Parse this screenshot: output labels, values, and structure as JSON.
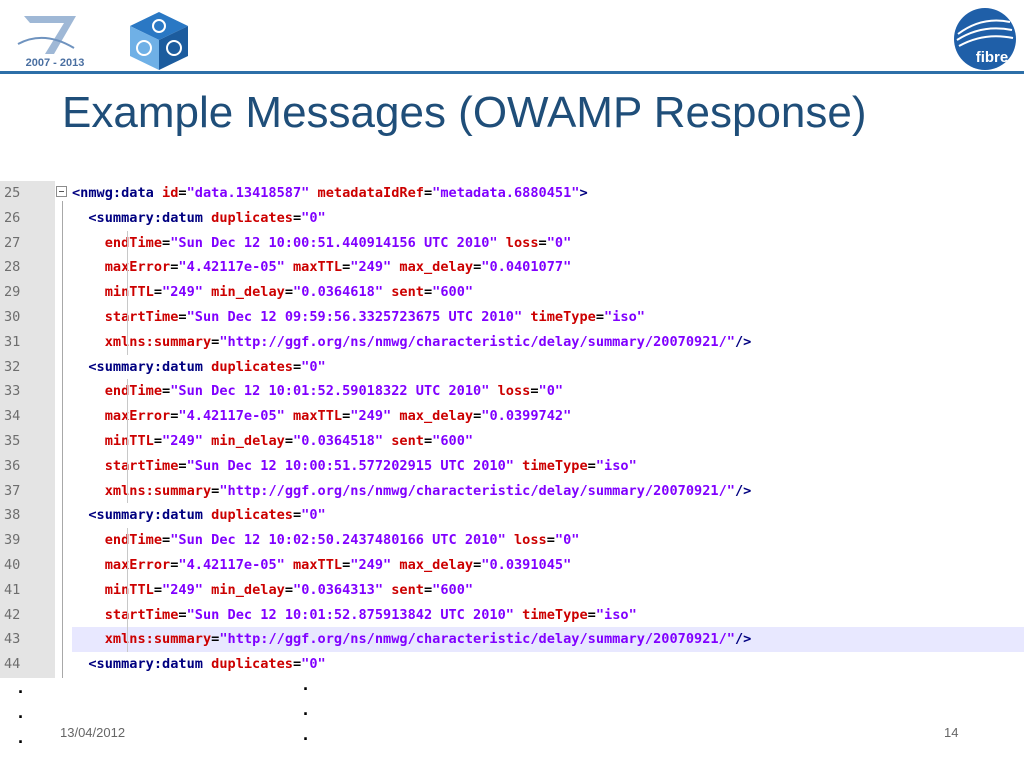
{
  "slide": {
    "title": "Example Messages (OWAMP Response)",
    "date": "13/04/2012",
    "page_number": "14",
    "ellipsis_dots": [
      "·",
      "·",
      "·"
    ]
  },
  "logos": {
    "fp7_text": "2007 - 2013",
    "fibre_text": "fibre"
  },
  "colors": {
    "title": "#1f4e79",
    "header_rule": "#2d6fa8",
    "xml_tag": "#000080",
    "xml_attribute": "#cc0000",
    "xml_value": "#8000ff",
    "line_highlight": "#e8e8ff"
  },
  "code": {
    "highlighted_line": "43",
    "lines": [
      {
        "num": "25",
        "tokens": [
          [
            "t",
            "<nmwg:data "
          ],
          [
            "a",
            "id"
          ],
          [
            "e",
            "="
          ],
          [
            "v",
            "\"data.13418587\" "
          ],
          [
            "a",
            "metadataIdRef"
          ],
          [
            "e",
            "="
          ],
          [
            "v",
            "\"metadata.6880451\""
          ],
          [
            "t",
            ">"
          ]
        ]
      },
      {
        "num": "26",
        "tokens": [
          [
            "e",
            "  "
          ],
          [
            "t",
            "<summary:datum "
          ],
          [
            "a",
            "duplicates"
          ],
          [
            "e",
            "="
          ],
          [
            "v",
            "\"0\""
          ]
        ]
      },
      {
        "num": "27",
        "tokens": [
          [
            "e",
            "    "
          ],
          [
            "a",
            "endTime"
          ],
          [
            "e",
            "="
          ],
          [
            "v",
            "\"Sun Dec 12 10:00:51.440914156 UTC 2010\" "
          ],
          [
            "a",
            "loss"
          ],
          [
            "e",
            "="
          ],
          [
            "v",
            "\"0\""
          ]
        ]
      },
      {
        "num": "28",
        "tokens": [
          [
            "e",
            "    "
          ],
          [
            "a",
            "maxError"
          ],
          [
            "e",
            "="
          ],
          [
            "v",
            "\"4.42117e-05\" "
          ],
          [
            "a",
            "maxTTL"
          ],
          [
            "e",
            "="
          ],
          [
            "v",
            "\"249\" "
          ],
          [
            "a",
            "max_delay"
          ],
          [
            "e",
            "="
          ],
          [
            "v",
            "\"0.0401077\""
          ]
        ]
      },
      {
        "num": "29",
        "tokens": [
          [
            "e",
            "    "
          ],
          [
            "a",
            "minTTL"
          ],
          [
            "e",
            "="
          ],
          [
            "v",
            "\"249\" "
          ],
          [
            "a",
            "min_delay"
          ],
          [
            "e",
            "="
          ],
          [
            "v",
            "\"0.0364618\" "
          ],
          [
            "a",
            "sent"
          ],
          [
            "e",
            "="
          ],
          [
            "v",
            "\"600\""
          ]
        ]
      },
      {
        "num": "30",
        "tokens": [
          [
            "e",
            "    "
          ],
          [
            "a",
            "startTime"
          ],
          [
            "e",
            "="
          ],
          [
            "v",
            "\"Sun Dec 12 09:59:56.3325723675 UTC 2010\" "
          ],
          [
            "a",
            "timeType"
          ],
          [
            "e",
            "="
          ],
          [
            "v",
            "\"iso\""
          ]
        ]
      },
      {
        "num": "31",
        "tokens": [
          [
            "e",
            "    "
          ],
          [
            "a",
            "xmlns:summary"
          ],
          [
            "e",
            "="
          ],
          [
            "v",
            "\"http://ggf.org/ns/nmwg/characteristic/delay/summary/20070921/\""
          ],
          [
            "t",
            "/>"
          ]
        ]
      },
      {
        "num": "32",
        "tokens": [
          [
            "e",
            "  "
          ],
          [
            "t",
            "<summary:datum "
          ],
          [
            "a",
            "duplicates"
          ],
          [
            "e",
            "="
          ],
          [
            "v",
            "\"0\""
          ]
        ]
      },
      {
        "num": "33",
        "tokens": [
          [
            "e",
            "    "
          ],
          [
            "a",
            "endTime"
          ],
          [
            "e",
            "="
          ],
          [
            "v",
            "\"Sun Dec 12 10:01:52.59018322 UTC 2010\" "
          ],
          [
            "a",
            "loss"
          ],
          [
            "e",
            "="
          ],
          [
            "v",
            "\"0\""
          ]
        ]
      },
      {
        "num": "34",
        "tokens": [
          [
            "e",
            "    "
          ],
          [
            "a",
            "maxError"
          ],
          [
            "e",
            "="
          ],
          [
            "v",
            "\"4.42117e-05\" "
          ],
          [
            "a",
            "maxTTL"
          ],
          [
            "e",
            "="
          ],
          [
            "v",
            "\"249\" "
          ],
          [
            "a",
            "max_delay"
          ],
          [
            "e",
            "="
          ],
          [
            "v",
            "\"0.0399742\""
          ]
        ]
      },
      {
        "num": "35",
        "tokens": [
          [
            "e",
            "    "
          ],
          [
            "a",
            "minTTL"
          ],
          [
            "e",
            "="
          ],
          [
            "v",
            "\"249\" "
          ],
          [
            "a",
            "min_delay"
          ],
          [
            "e",
            "="
          ],
          [
            "v",
            "\"0.0364518\" "
          ],
          [
            "a",
            "sent"
          ],
          [
            "e",
            "="
          ],
          [
            "v",
            "\"600\""
          ]
        ]
      },
      {
        "num": "36",
        "tokens": [
          [
            "e",
            "    "
          ],
          [
            "a",
            "startTime"
          ],
          [
            "e",
            "="
          ],
          [
            "v",
            "\"Sun Dec 12 10:00:51.577202915 UTC 2010\" "
          ],
          [
            "a",
            "timeType"
          ],
          [
            "e",
            "="
          ],
          [
            "v",
            "\"iso\""
          ]
        ]
      },
      {
        "num": "37",
        "tokens": [
          [
            "e",
            "    "
          ],
          [
            "a",
            "xmlns:summary"
          ],
          [
            "e",
            "="
          ],
          [
            "v",
            "\"http://ggf.org/ns/nmwg/characteristic/delay/summary/20070921/\""
          ],
          [
            "t",
            "/>"
          ]
        ]
      },
      {
        "num": "38",
        "tokens": [
          [
            "e",
            "  "
          ],
          [
            "t",
            "<summary:datum "
          ],
          [
            "a",
            "duplicates"
          ],
          [
            "e",
            "="
          ],
          [
            "v",
            "\"0\""
          ]
        ]
      },
      {
        "num": "39",
        "tokens": [
          [
            "e",
            "    "
          ],
          [
            "a",
            "endTime"
          ],
          [
            "e",
            "="
          ],
          [
            "v",
            "\"Sun Dec 12 10:02:50.2437480166 UTC 2010\" "
          ],
          [
            "a",
            "loss"
          ],
          [
            "e",
            "="
          ],
          [
            "v",
            "\"0\""
          ]
        ]
      },
      {
        "num": "40",
        "tokens": [
          [
            "e",
            "    "
          ],
          [
            "a",
            "maxError"
          ],
          [
            "e",
            "="
          ],
          [
            "v",
            "\"4.42117e-05\" "
          ],
          [
            "a",
            "maxTTL"
          ],
          [
            "e",
            "="
          ],
          [
            "v",
            "\"249\" "
          ],
          [
            "a",
            "max_delay"
          ],
          [
            "e",
            "="
          ],
          [
            "v",
            "\"0.0391045\""
          ]
        ]
      },
      {
        "num": "41",
        "tokens": [
          [
            "e",
            "    "
          ],
          [
            "a",
            "minTTL"
          ],
          [
            "e",
            "="
          ],
          [
            "v",
            "\"249\" "
          ],
          [
            "a",
            "min_delay"
          ],
          [
            "e",
            "="
          ],
          [
            "v",
            "\"0.0364313\" "
          ],
          [
            "a",
            "sent"
          ],
          [
            "e",
            "="
          ],
          [
            "v",
            "\"600\""
          ]
        ]
      },
      {
        "num": "42",
        "tokens": [
          [
            "e",
            "    "
          ],
          [
            "a",
            "startTime"
          ],
          [
            "e",
            "="
          ],
          [
            "v",
            "\"Sun Dec 12 10:01:52.875913842 UTC 2010\" "
          ],
          [
            "a",
            "timeType"
          ],
          [
            "e",
            "="
          ],
          [
            "v",
            "\"iso\""
          ]
        ]
      },
      {
        "num": "43",
        "tokens": [
          [
            "e",
            "    "
          ],
          [
            "a",
            "xmlns:summary"
          ],
          [
            "e",
            "="
          ],
          [
            "v",
            "\"http://ggf.org/ns/nmwg/characteristic/delay/summary/20070921/\""
          ],
          [
            "t",
            "/>"
          ]
        ]
      },
      {
        "num": "44",
        "tokens": [
          [
            "e",
            "  "
          ],
          [
            "t",
            "<summary:datum "
          ],
          [
            "a",
            "duplicates"
          ],
          [
            "e",
            "="
          ],
          [
            "v",
            "\"0\""
          ]
        ]
      }
    ]
  }
}
